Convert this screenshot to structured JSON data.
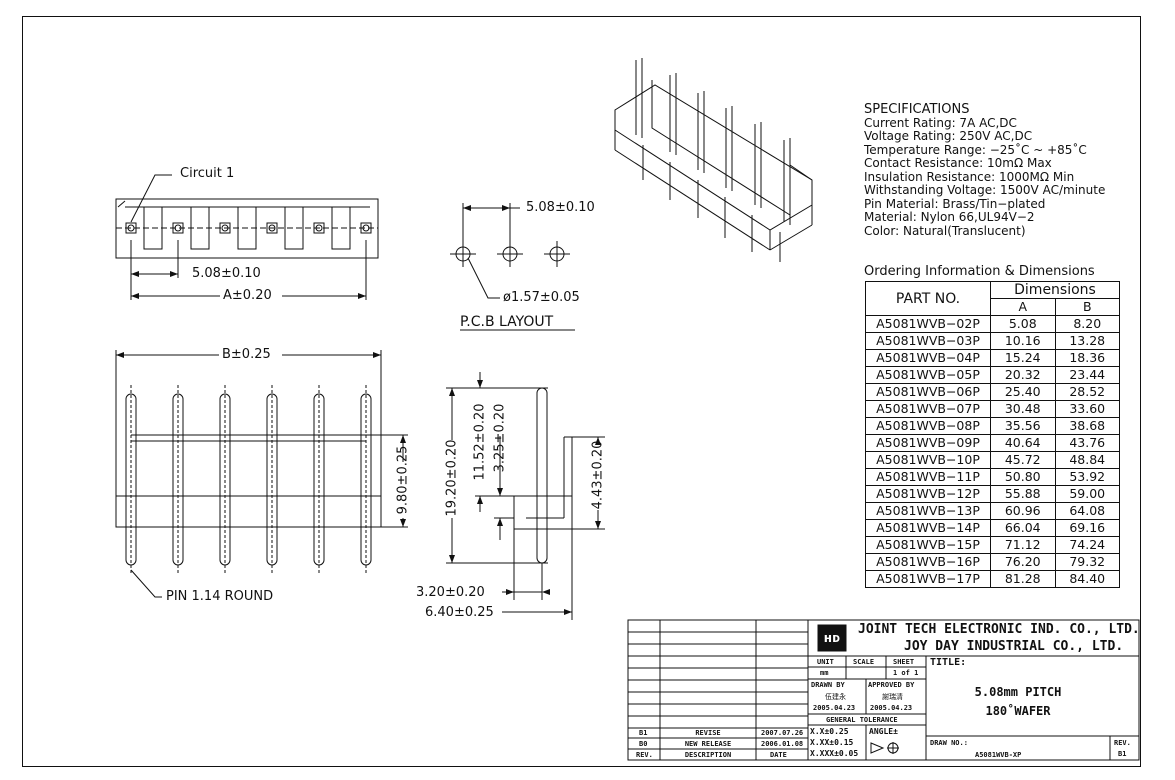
{
  "drawing": {
    "circuit_label": "Circuit 1",
    "dim_pitch_top": "5.08±0.10",
    "dim_a": "A±0.20",
    "dim_pcb_pitch": "5.08±0.10",
    "dim_hole": "ø1.57±0.05",
    "pcb_layout": "P.C.B LAYOUT",
    "dim_b": "B±0.25",
    "dim_980": "9.80±0.25",
    "pin_round": "PIN 1.14 ROUND",
    "dim_1920": "19.20±0.20",
    "dim_1152": "11.52±0.20",
    "dim_325": "3.25±0.20",
    "dim_443": "4.43±0.20",
    "dim_320": "3.20±0.20",
    "dim_640": "6.40±0.25"
  },
  "specs": {
    "title": "SPECIFICATIONS",
    "lines": [
      "Current Rating: 7A AC,DC",
      "Voltage Rating: 250V AC,DC",
      "Temperature Range: −25˚C ~ +85˚C",
      "Contact Resistance: 10mΩ Max",
      "Insulation Resistance: 1000MΩ Min",
      "Withstanding Voltage: 1500V AC/minute",
      "Pin Material: Brass/Tin−plated",
      "Material: Nylon 66,UL94V−2",
      "Color: Natural(Translucent)"
    ]
  },
  "ordering": {
    "title": "Ordering Information & Dimensions",
    "part_header": "PART NO.",
    "dim_header": "Dimensions",
    "col_a": "A",
    "col_b": "B",
    "rows": [
      [
        "A5081WVB−02P",
        "5.08",
        "8.20"
      ],
      [
        "A5081WVB−03P",
        "10.16",
        "13.28"
      ],
      [
        "A5081WVB−04P",
        "15.24",
        "18.36"
      ],
      [
        "A5081WVB−05P",
        "20.32",
        "23.44"
      ],
      [
        "A5081WVB−06P",
        "25.40",
        "28.52"
      ],
      [
        "A5081WVB−07P",
        "30.48",
        "33.60"
      ],
      [
        "A5081WVB−08P",
        "35.56",
        "38.68"
      ],
      [
        "A5081WVB−09P",
        "40.64",
        "43.76"
      ],
      [
        "A5081WVB−10P",
        "45.72",
        "48.84"
      ],
      [
        "A5081WVB−11P",
        "50.80",
        "53.92"
      ],
      [
        "A5081WVB−12P",
        "55.88",
        "59.00"
      ],
      [
        "A5081WVB−13P",
        "60.96",
        "64.08"
      ],
      [
        "A5081WVB−14P",
        "66.04",
        "69.16"
      ],
      [
        "A5081WVB−15P",
        "71.12",
        "74.24"
      ],
      [
        "A5081WVB−16P",
        "76.20",
        "79.32"
      ],
      [
        "A5081WVB−17P",
        "81.28",
        "84.40"
      ]
    ]
  },
  "titleblock": {
    "company1": "JOINT TECH ELECTRONIC IND. CO., LTD.",
    "company2": "JOY DAY INDUSTRIAL CO., LTD.",
    "unit_label": "UNIT",
    "scale_label": "SCALE",
    "sheet_label": "SHEET",
    "unit": "mm",
    "sheet": "1 of 1",
    "title_label": "TITLE:",
    "title1": "5.08mm PITCH",
    "title2": "180˚WAFER",
    "drawn_by_label": "DRAWN BY",
    "approved_by_label": "APPROVED BY",
    "drawn_by": "伍建永",
    "approved_by": "謝瑞清",
    "drawn_date": "2005.04.23",
    "approved_date": "2005.04.23",
    "general_tolerance": "GENERAL TOLERANCE",
    "tol1": "X.X±0.25",
    "tol2": "X.XX±0.15",
    "tol3": "X.XXX±0.05",
    "angle": "ANGLE±",
    "draw_no_label": "DRAW NO.:",
    "draw_no": "A5081WVB-XP",
    "rev_label": "REV.",
    "rev": "B1",
    "revisions": [
      {
        "rev": "B1",
        "desc": "REVISE",
        "date": "2007.07.26"
      },
      {
        "rev": "B0",
        "desc": "NEW RELEASE",
        "date": "2006.01.08"
      }
    ],
    "rev_col": "REV.",
    "desc_col": "DESCRIPTION",
    "date_col": "DATE"
  }
}
